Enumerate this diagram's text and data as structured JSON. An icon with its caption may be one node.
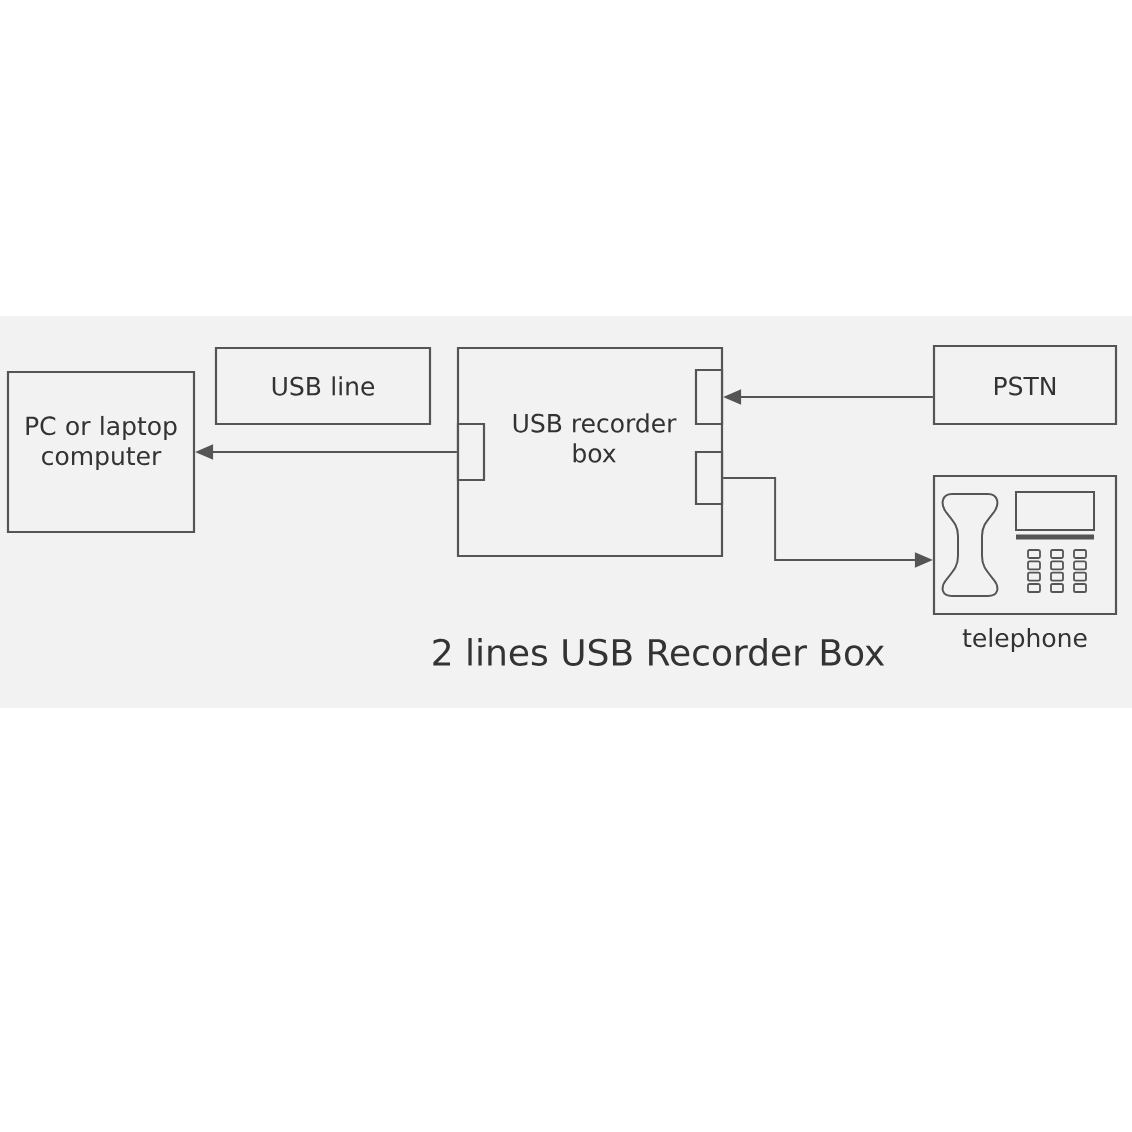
{
  "diagram": {
    "caption": "2 lines USB Recorder Box",
    "nodes": [
      {
        "text": [
          "PC or laptop computer"
        ]
      },
      {
        "text": [
          "USB line"
        ]
      },
      {
        "text": [
          "USB recorder box"
        ]
      },
      {
        "text": [],
        "shape": "box",
        "in": 2
      },
      {
        "text": [],
        "shape": "box",
        "in": 2
      },
      {
        "text": [],
        "shape": "box",
        "in": 2
      },
      {
        "text": [
          "PSTN"
        ]
      },
      {
        "text": [
          "telephone"
        ]
      }
    ],
    "edges": [
      {
        "from": 3,
        "to": 0,
        "arrow": "to"
      },
      {
        "from": 6,
        "to": 4,
        "arrow": "to"
      },
      {
        "from": 5,
        "to": 7,
        "arrow": "to"
      }
    ]
  }
}
